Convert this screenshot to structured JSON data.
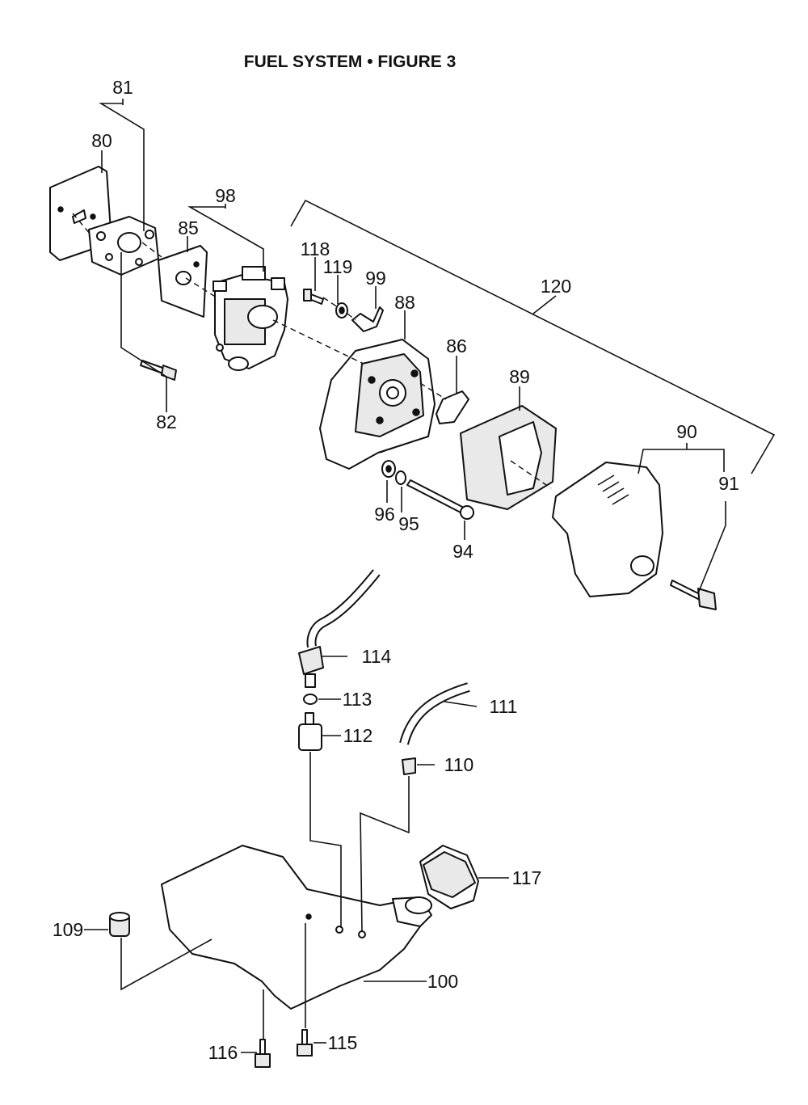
{
  "title": "FUEL SYSTEM  •  FIGURE 3",
  "labels": {
    "p80": "80",
    "p81": "81",
    "p82": "82",
    "p85": "85",
    "p86": "86",
    "p88": "88",
    "p89": "89",
    "p90": "90",
    "p91": "91",
    "p94": "94",
    "p95": "95",
    "p96": "96",
    "p98": "98",
    "p99": "99",
    "p100": "100",
    "p109": "109",
    "p110": "110",
    "p111": "111",
    "p112": "112",
    "p113": "113",
    "p114": "114",
    "p115": "115",
    "p116": "116",
    "p117": "117",
    "p118": "118",
    "p119": "119",
    "p120": "120"
  }
}
